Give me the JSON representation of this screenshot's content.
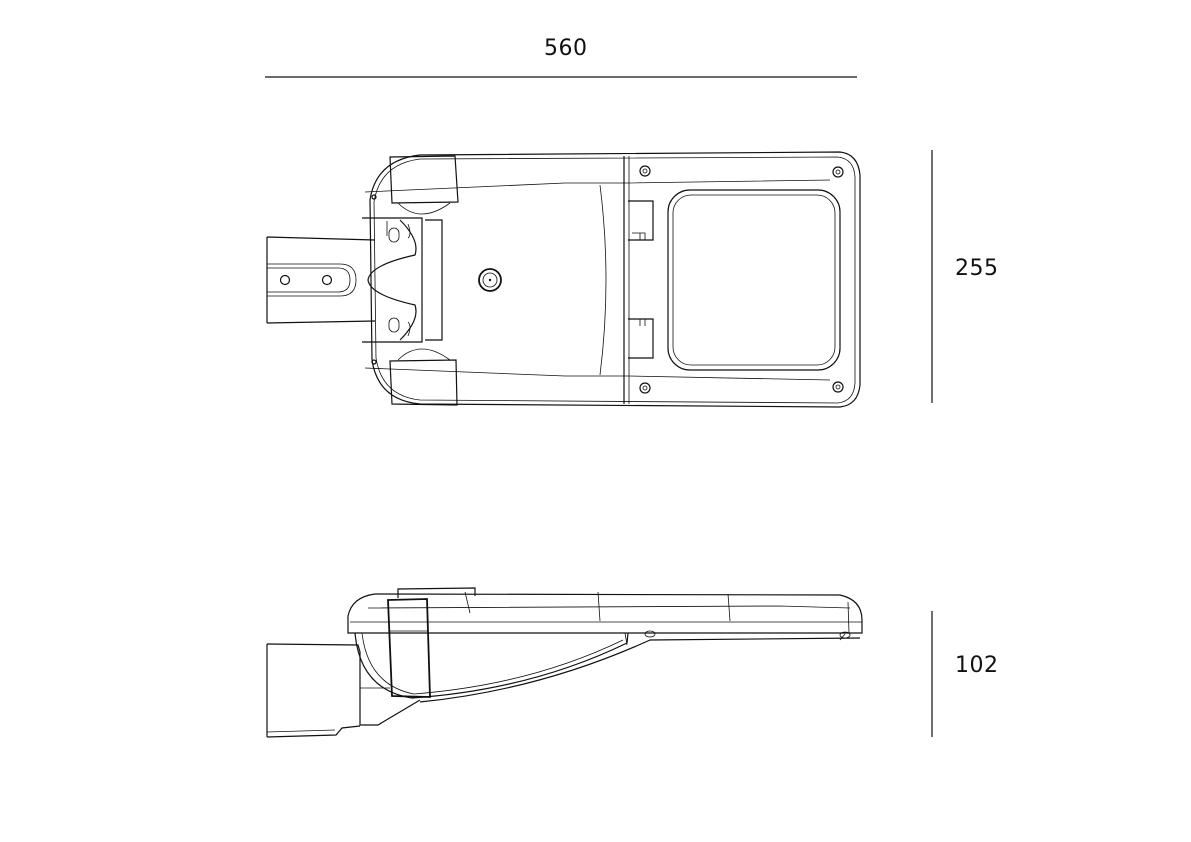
{
  "dimensions": {
    "length": "560",
    "width": "255",
    "height": "102"
  },
  "colors": {
    "line": "#111111",
    "background": "#ffffff"
  }
}
